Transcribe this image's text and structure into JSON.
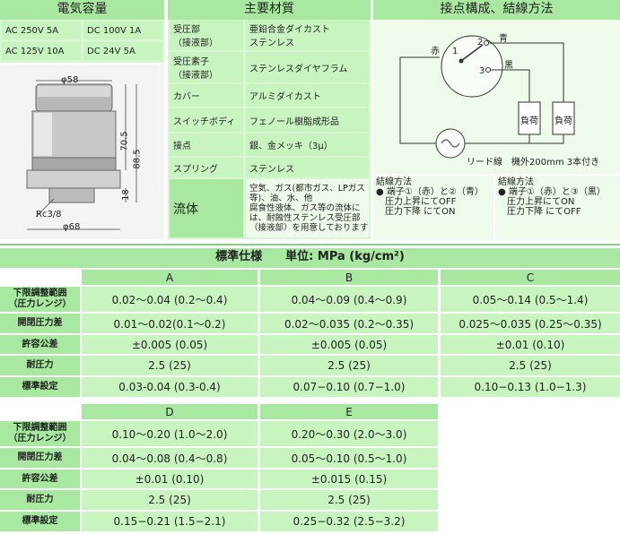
{
  "electric": {
    "title": "電気容量",
    "ratings": [
      [
        "AC 250V 5A",
        "DC 100V 1A"
      ],
      [
        "AC 125V 10A",
        "DC 24V 5A"
      ]
    ]
  },
  "drawing": {
    "dim_top": "φ58",
    "dim_h1": "70.5",
    "dim_h2": "88.5",
    "dim_h3": "18",
    "dim_port": "Rc3/8",
    "dim_bottom": "φ68"
  },
  "materials": {
    "title": "主要材質",
    "rows": [
      {
        "label": "受圧部\n（接液部）",
        "value": "亜鉛合金ダイカスト\nステンレス"
      },
      {
        "label": "受圧素子\n（接液部）",
        "value": "ステンレスダイヤフラム"
      },
      {
        "label": "カバー",
        "value": "アルミダイカスト"
      },
      {
        "label": "スイッチボディ",
        "value": "フェノール樹脂成形品"
      },
      {
        "label": "接点",
        "value": "銀、金メッキ（3μ）"
      },
      {
        "label": "スプリング",
        "value": "ステンレス"
      }
    ],
    "fluid_label": "流体",
    "fluid_value": "空気、ガス(都市ガス、LPガス等)、油、水、他\n腐食性液体、ガス等の流体には、耐蝕性ステンレス受圧部（接液部）を用意しております"
  },
  "contacts": {
    "title": "接点構成、結線方法",
    "diagram": {
      "red": "赤",
      "blue": "青",
      "black": "黒",
      "n1": "1",
      "n2": "2",
      "n3": "3",
      "load1": "負荷",
      "load2": "負荷",
      "lead": "リード線　機外200mm 3本付き"
    },
    "wiring": [
      {
        "title": "結線方法",
        "line1": "● 端子①（赤）と②（青）",
        "line2": "　圧力上昇にてOFF",
        "line3": "　圧力下降 にてON"
      },
      {
        "title": "結線方法",
        "line1": "● 端子①（赤）と③（黒）",
        "line2": "　圧力上昇にてON",
        "line3": "　圧力下降 にてOFF"
      }
    ]
  },
  "spec": {
    "title": "標準仕様　　単位: MPa (kg/cm²)",
    "row_labels": [
      "下限調整範囲\n（圧力レンジ）",
      "開閉圧力差",
      "許容公差",
      "耐圧力",
      "標準設定"
    ],
    "table1": {
      "headers": [
        "A",
        "B",
        "C"
      ],
      "rows": [
        [
          "0.02〜0.04 (0.2〜0.4)",
          "0.04〜0.09 (0.4〜0.9)",
          "0.05〜0.14 (0.5〜1.4)"
        ],
        [
          "0.01〜0.02(0.1〜0.2)",
          "0.02〜0.035 (0.2〜0.35)",
          "0.025〜0.035 (0.25〜0.35)"
        ],
        [
          "±0.005 (0.05)",
          "±0.005 (0.05)",
          "±0.01 (0.10)"
        ],
        [
          "2.5 (25)",
          "2.5 (25)",
          "2.5 (25)"
        ],
        [
          "0.03-0.04 (0.3-0.4)",
          "0.07−0.10 (0.7−1.0)",
          "0.10−0.13 (1.0−1.3)"
        ]
      ]
    },
    "table2": {
      "headers": [
        "D",
        "E"
      ],
      "rows": [
        [
          "0.10〜0.20 (1.0〜2.0)",
          "0.20〜0.30 (2.0〜3.0)"
        ],
        [
          "0.04〜0.08 (0.4〜0.8)",
          "0.05〜0.10 (0.5〜1.0)"
        ],
        [
          "±0.01 (0.10)",
          "±0.015 (0.15)"
        ],
        [
          "2.5 (25)",
          "2.5 (25)"
        ],
        [
          "0.15−0.21 (1.5−2.1)",
          "0.25−0.32 (2.5−3.2)"
        ]
      ]
    }
  }
}
